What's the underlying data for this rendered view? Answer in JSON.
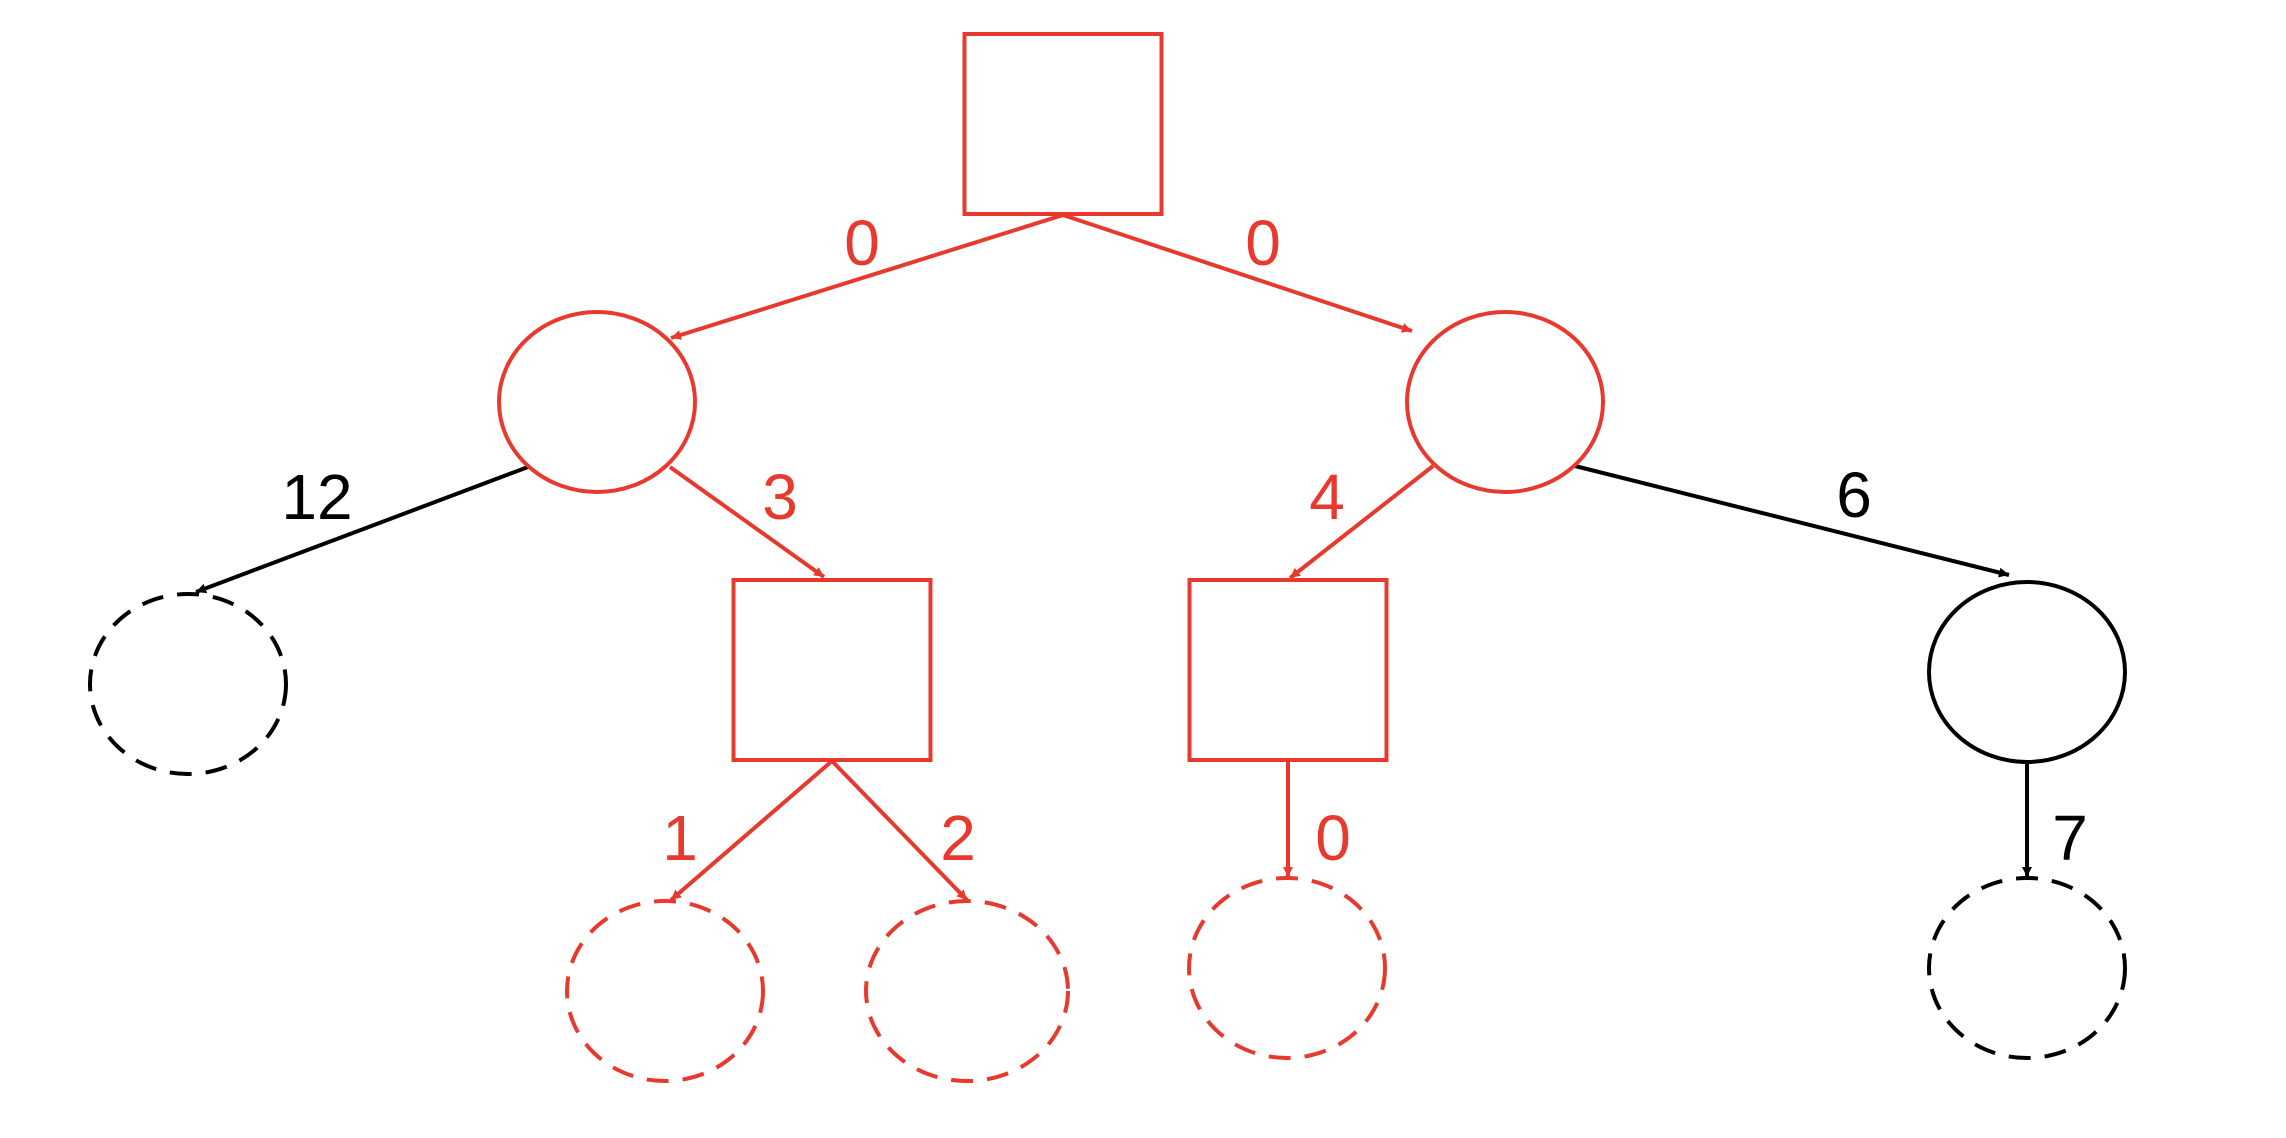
{
  "colors": {
    "highlight": "#e8392e",
    "default": "#000000",
    "background": "#ffffff"
  },
  "nodes": [
    {
      "id": "root",
      "shape": "square",
      "style": "solid",
      "color": "highlight"
    },
    {
      "id": "left-choice",
      "shape": "circle",
      "style": "solid",
      "color": "highlight"
    },
    {
      "id": "right-choice",
      "shape": "circle",
      "style": "solid",
      "color": "highlight"
    },
    {
      "id": "left-terminal",
      "shape": "circle",
      "style": "dashed",
      "color": "default"
    },
    {
      "id": "left-mid-square",
      "shape": "square",
      "style": "solid",
      "color": "highlight"
    },
    {
      "id": "right-mid-square",
      "shape": "square",
      "style": "solid",
      "color": "highlight"
    },
    {
      "id": "right-outer-choice",
      "shape": "circle",
      "style": "solid",
      "color": "default"
    },
    {
      "id": "leaf-1",
      "shape": "circle",
      "style": "dashed",
      "color": "highlight"
    },
    {
      "id": "leaf-2",
      "shape": "circle",
      "style": "dashed",
      "color": "highlight"
    },
    {
      "id": "leaf-3",
      "shape": "circle",
      "style": "dashed",
      "color": "highlight"
    },
    {
      "id": "leaf-4",
      "shape": "circle",
      "style": "dashed",
      "color": "default"
    }
  ],
  "edges": [
    {
      "from": "root",
      "to": "left-choice",
      "label": "0",
      "color": "highlight"
    },
    {
      "from": "root",
      "to": "right-choice",
      "label": "0",
      "color": "highlight"
    },
    {
      "from": "left-choice",
      "to": "left-terminal",
      "label": "12",
      "color": "default"
    },
    {
      "from": "left-choice",
      "to": "left-mid-square",
      "label": "3",
      "color": "highlight"
    },
    {
      "from": "right-choice",
      "to": "right-mid-square",
      "label": "4",
      "color": "highlight"
    },
    {
      "from": "right-choice",
      "to": "right-outer-choice",
      "label": "6",
      "color": "default"
    },
    {
      "from": "left-mid-square",
      "to": "leaf-1",
      "label": "1",
      "color": "highlight"
    },
    {
      "from": "left-mid-square",
      "to": "leaf-2",
      "label": "2",
      "color": "highlight"
    },
    {
      "from": "right-mid-square",
      "to": "leaf-3",
      "label": "0",
      "color": "highlight"
    },
    {
      "from": "right-outer-choice",
      "to": "leaf-4",
      "label": "7",
      "color": "default"
    }
  ]
}
